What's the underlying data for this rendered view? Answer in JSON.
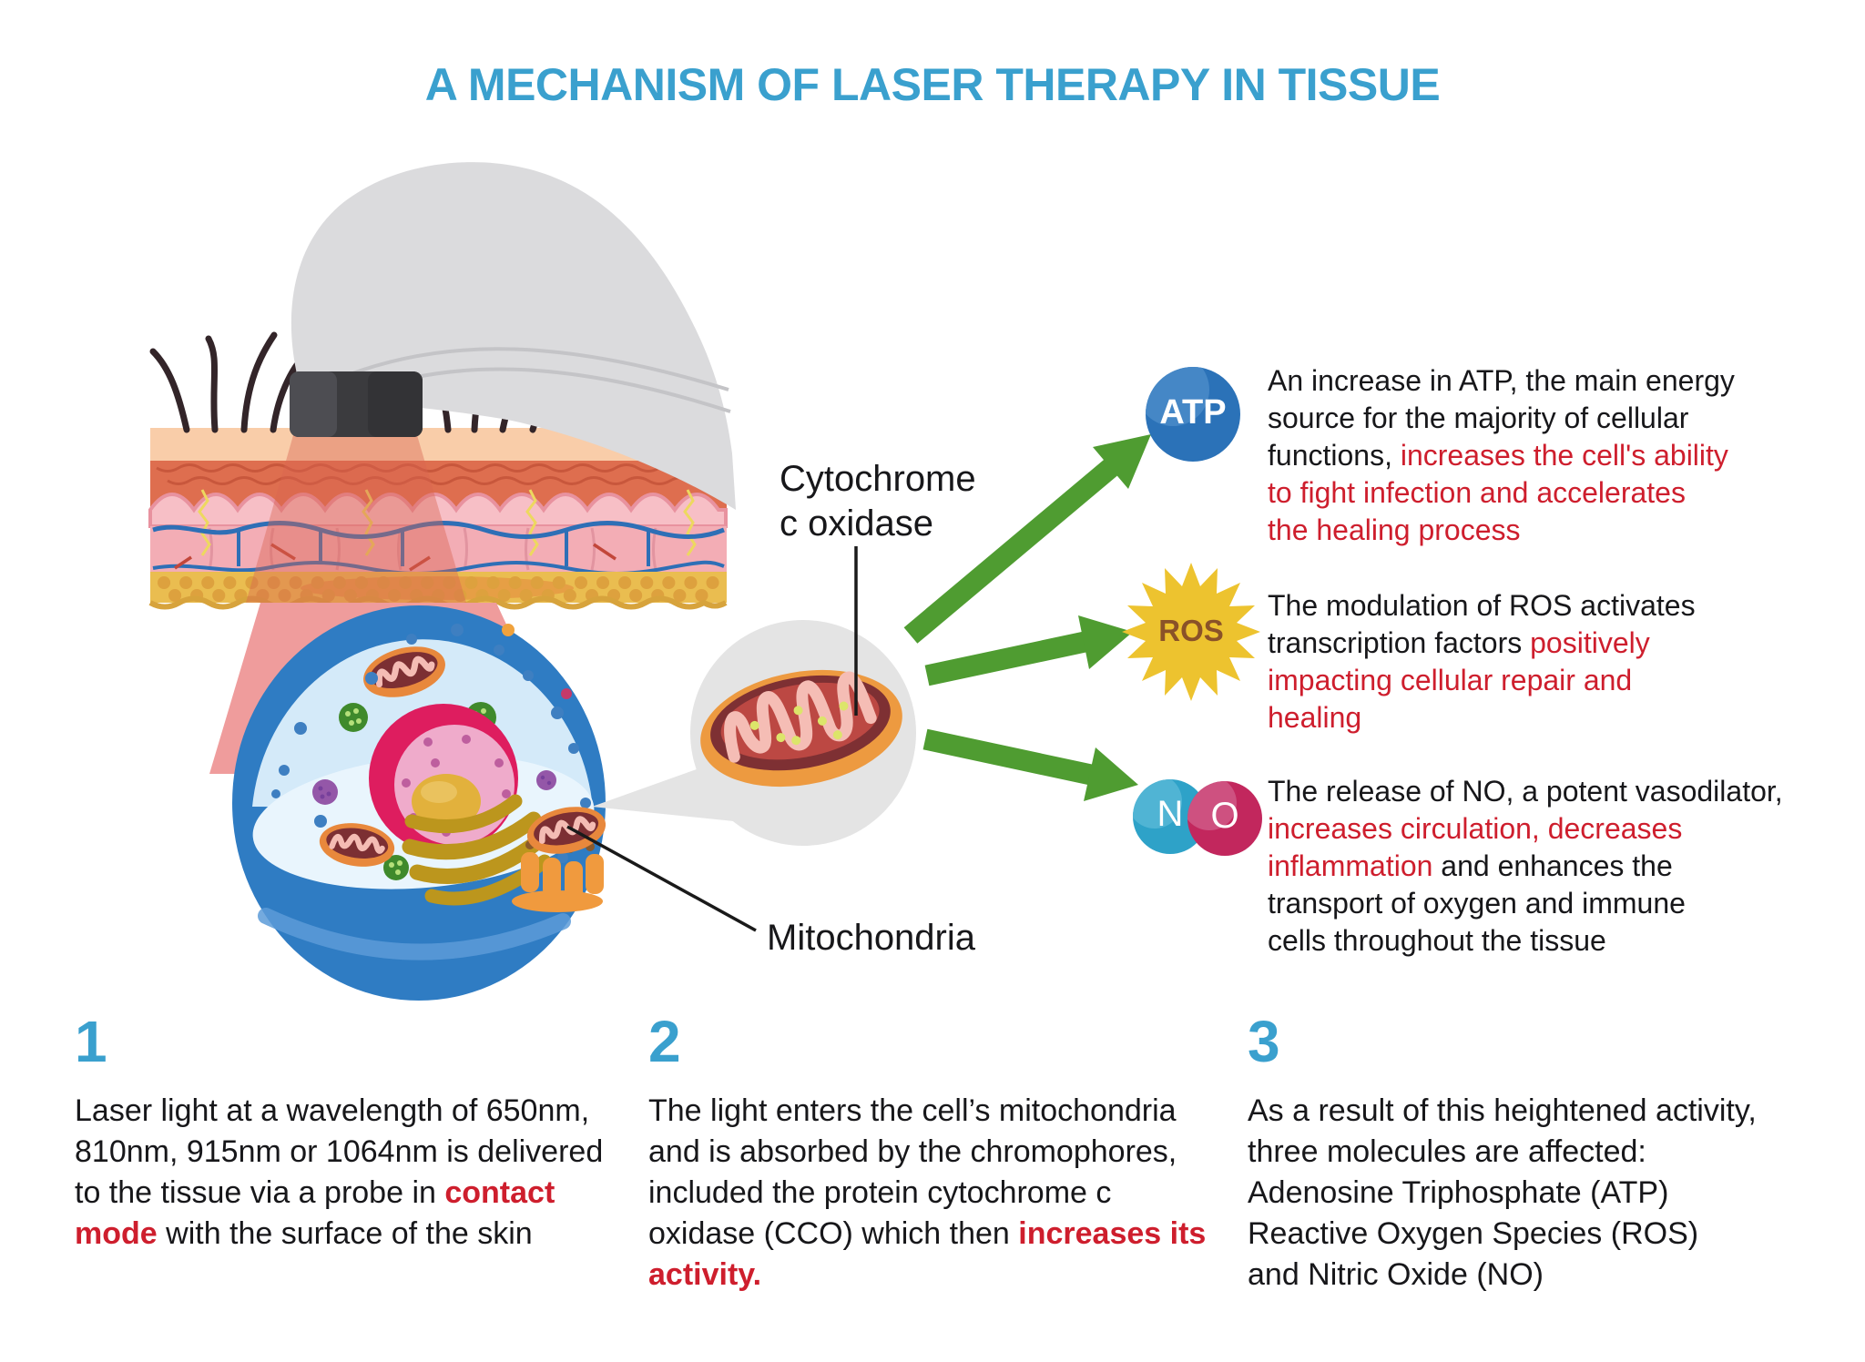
{
  "title": "A MECHANISM OF LASER THERAPY IN TISSUE",
  "labels": {
    "cytochrome_line1": "Cytochrome",
    "cytochrome_line2": "c oxidase",
    "mitochondria": "Mitochondria"
  },
  "molecules": {
    "atp": "ATP",
    "ros": "ROS",
    "no_n": "N",
    "no_o": "O"
  },
  "outcomes": {
    "atp": {
      "segments": [
        {
          "t": "An increase in ATP, the main energy"
        },
        {
          "br": true
        },
        {
          "t": "source for the majority of cellular"
        },
        {
          "br": true
        },
        {
          "t": "functions, "
        },
        {
          "t": "increases the cell's ability",
          "c": "red"
        },
        {
          "br": true
        },
        {
          "t": "to fight infection and accelerates",
          "c": "red"
        },
        {
          "br": true
        },
        {
          "t": "the healing process",
          "c": "red"
        }
      ]
    },
    "ros": {
      "segments": [
        {
          "t": "The modulation of ROS activates"
        },
        {
          "br": true
        },
        {
          "t": "transcription factors "
        },
        {
          "t": "positively",
          "c": "red"
        },
        {
          "br": true
        },
        {
          "t": "impacting cellular repair and",
          "c": "red"
        },
        {
          "br": true
        },
        {
          "t": "healing",
          "c": "red"
        }
      ]
    },
    "no": {
      "segments": [
        {
          "t": "The release of NO, a potent vasodilator,"
        },
        {
          "br": true
        },
        {
          "t": "increases circulation, decreases",
          "c": "red"
        },
        {
          "br": true
        },
        {
          "t": "inflammation",
          "c": "red"
        },
        {
          "t": " and enhances the"
        },
        {
          "br": true
        },
        {
          "t": "transport of oxygen and immune"
        },
        {
          "br": true
        },
        {
          "t": "cells throughout the tissue"
        }
      ]
    }
  },
  "steps": [
    {
      "number": "1",
      "segments": [
        {
          "t": "Laser  light at a wavelength of 650nm,"
        },
        {
          "br": true
        },
        {
          "t": "810nm, 915nm or 1064nm is delivered"
        },
        {
          "br": true
        },
        {
          "t": "to the tissue via a probe in "
        },
        {
          "t": "contact",
          "c": "red bold"
        },
        {
          "br": true
        },
        {
          "t": "mode",
          "c": "red bold"
        },
        {
          "t": " with the surface of the skin"
        }
      ]
    },
    {
      "number": "2",
      "segments": [
        {
          "t": "The light enters the cell’s mitochondria"
        },
        {
          "br": true
        },
        {
          "t": "and is absorbed by the chromophores,"
        },
        {
          "br": true
        },
        {
          "t": "included the protein cytochrome c"
        },
        {
          "br": true
        },
        {
          "t": "oxidase (CCO) which then "
        },
        {
          "t": "increases its",
          "c": "red bold"
        },
        {
          "br": true
        },
        {
          "t": "activity.",
          "c": "red bold"
        }
      ]
    },
    {
      "number": "3",
      "segments": [
        {
          "t": "As a result of this heightened activity,"
        },
        {
          "br": true
        },
        {
          "t": "three molecules are affected:"
        },
        {
          "br": true
        },
        {
          "t": "Adenosine Triphosphate (ATP)"
        },
        {
          "br": true
        },
        {
          "t": "Reactive Oxygen Species (ROS)"
        },
        {
          "br": true
        },
        {
          "t": "and Nitric Oxide (NO)"
        }
      ]
    }
  ],
  "colors": {
    "title_blue": "#3AA0CE",
    "text_red": "#CE1E2D",
    "arrow_green": "#4F9C31",
    "atp_blue": "#2B72B8",
    "ros_yellow": "#EDC32F",
    "ros_text_brown": "#8A5228",
    "no_cyan": "#2EA2C8",
    "no_magenta": "#C2275D",
    "cell_blue": "#2F7CC3",
    "beam_pink": "#EF9C9C"
  }
}
